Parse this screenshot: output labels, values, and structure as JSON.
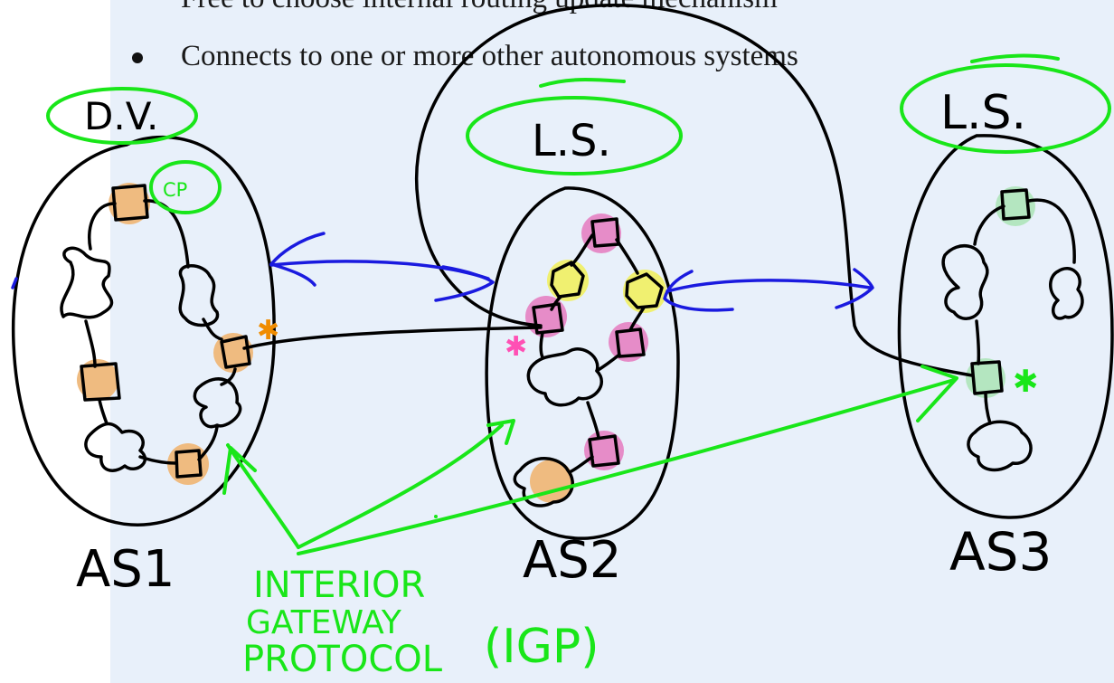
{
  "slide": {
    "bullet_partial": "Free to choose internal routing update mechanism",
    "bullet": "Connects to one or more other autonomous systems"
  },
  "annotations": {
    "as1_label": "AS1",
    "as2_label": "AS2",
    "as3_label": "AS3",
    "as1_protocol": "D.V.",
    "as2_protocol": "L.S.",
    "as3_protocol": "L.S.",
    "cp_label": "CP",
    "igp_line1": "INTERIOR",
    "igp_line2": "GATEWAY",
    "igp_line3": "PROTOCOL",
    "igp_abbrev": "(IGP)"
  },
  "colors": {
    "slide_background": "#e8f0fa",
    "ink_black": "#000000",
    "ink_green": "#19e619",
    "ink_blue": "#1a1adf",
    "router_orange": "#efbb80",
    "router_pink": "#e68cc8",
    "router_yellow": "#f0f070",
    "router_mint": "#b4e6c0",
    "star_orange": "#f08c00",
    "star_pink": "#ff50b4",
    "star_green": "#19e619"
  }
}
